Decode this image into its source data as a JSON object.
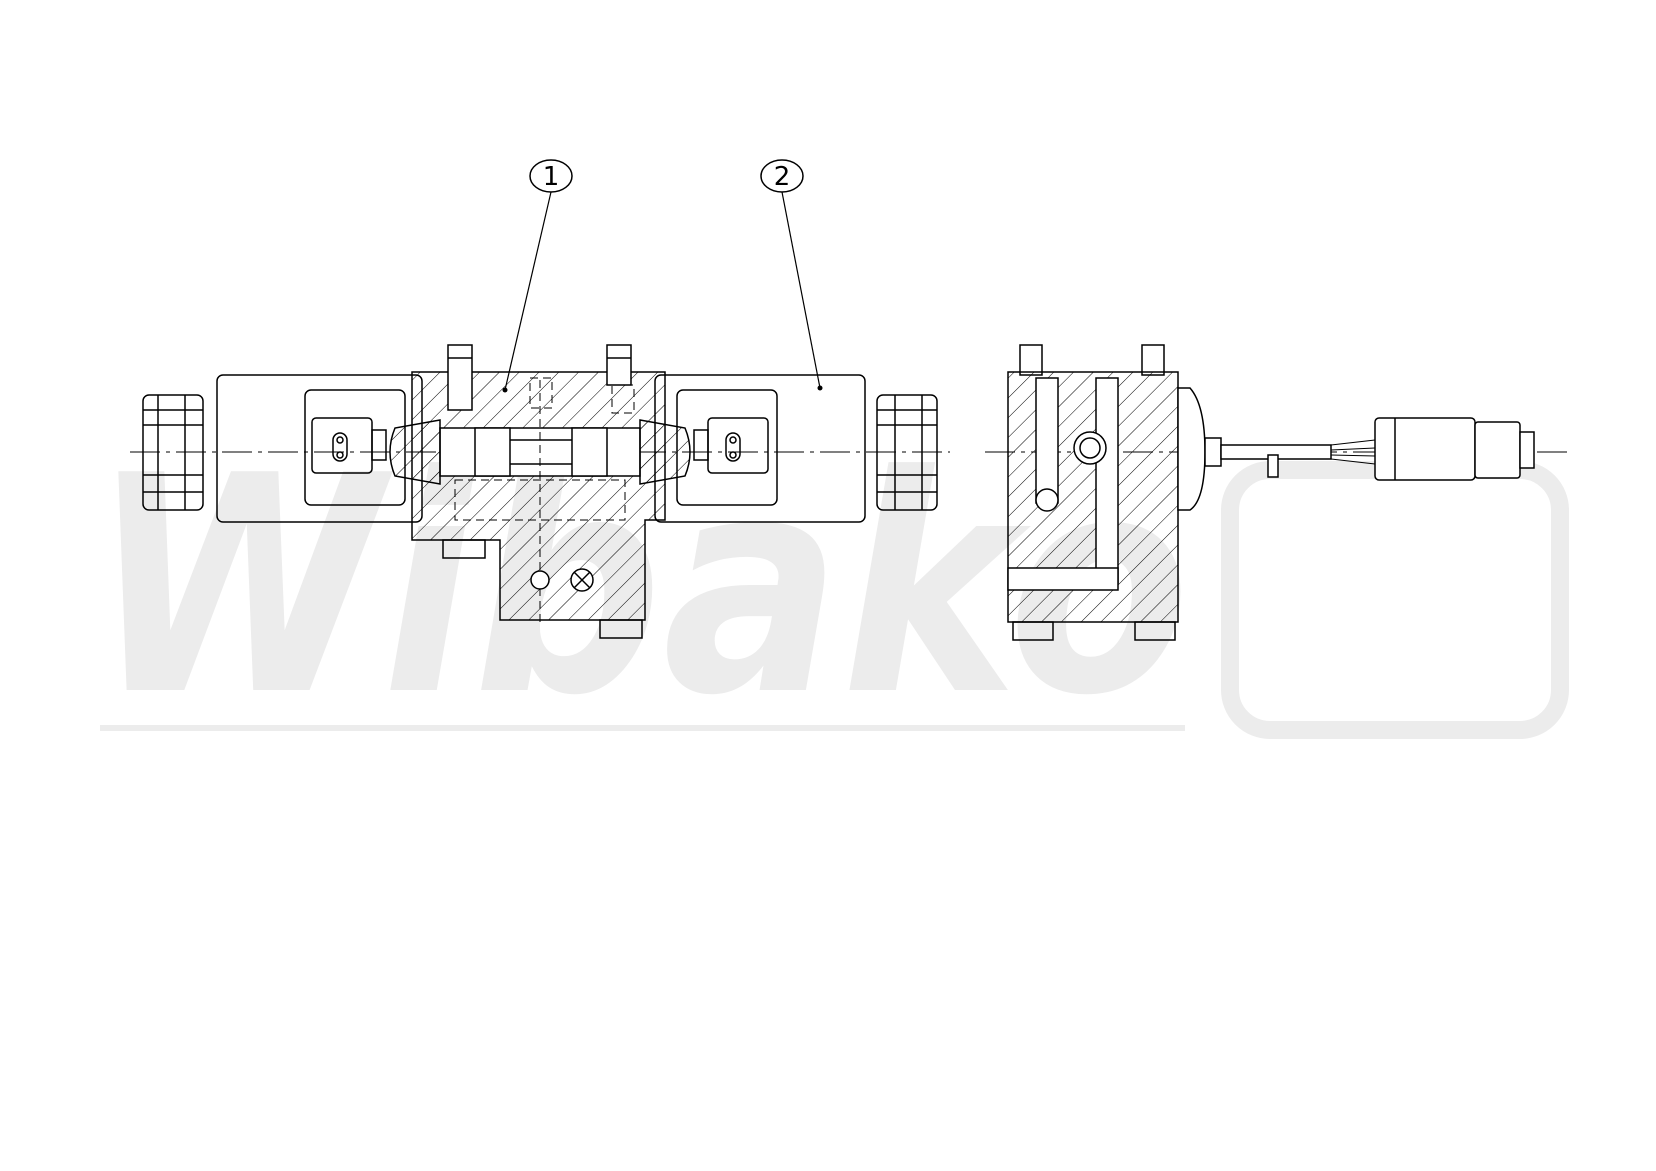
{
  "watermark": {
    "text": "Wibako"
  },
  "callouts": [
    {
      "number": "1",
      "part": "valve-body"
    },
    {
      "number": "2",
      "part": "solenoid-housing"
    }
  ],
  "colors": {
    "line": "#000000",
    "watermark": "#ececec",
    "background": "#ffffff"
  }
}
